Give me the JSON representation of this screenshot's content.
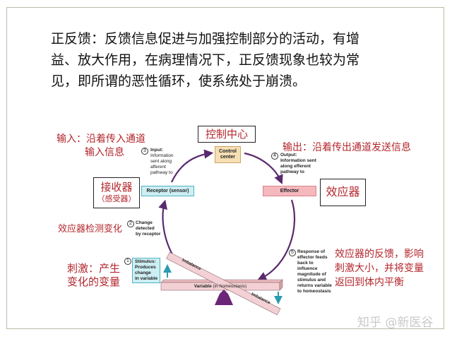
{
  "heading": {
    "lines": [
      "正反馈：反馈信息促进与加强控制部分的活动，有增",
      "益、放大作用，在病理情况下，正反馈现象也较为常",
      "见，即所谓的恶性循环，使系统处于崩溃。"
    ]
  },
  "annotations_cn": {
    "input_line1": "输入：沿着传入通道",
    "input_line2": "输入信息",
    "control_center": "控制中心",
    "output": "输出：沿着传出通道发送信息",
    "receptor_line1": "接收器",
    "receptor_line2": "（感受器）",
    "effector": "效应器",
    "change_detected": "效应器检测变化",
    "stimulus_line1": "刺激：产生",
    "stimulus_line2": "变化的变量",
    "response_line1": "效应器的反馈，影响",
    "response_line2": "刺激大小，并将变量",
    "response_line3": "返回到体内平衡"
  },
  "diagram": {
    "control_center": "Control center",
    "receptor": "Receptor (sensor)",
    "effector": "Effector",
    "variable_bold": "Variable",
    "variable_rest": " (in homeostasis)",
    "imbalance": "Imbalance",
    "steps": {
      "s1_num": "1",
      "s1": [
        "Stimulus:",
        "Produces",
        "change",
        "in variable"
      ],
      "s2_num": "2",
      "s2": [
        "Change",
        "detected",
        "by receptor"
      ],
      "s3_num": "3",
      "s3": [
        "Input:",
        "Information",
        "sent along",
        "afferent",
        "pathway to"
      ],
      "s4_num": "4",
      "s4": [
        "Output:",
        "Information sent",
        "along efferent",
        "pathway to"
      ],
      "s5_num": "5",
      "s5": [
        "Response of",
        "effector feeds",
        "back to",
        "influence",
        "magnitude of",
        "stimulus and",
        "returns variable",
        "to homeostasis"
      ]
    },
    "colors": {
      "arrow": "#5b2a6e",
      "receptor_fill": "#cdeef3",
      "receptor_border": "#4fb3c2",
      "effector_fill": "#f5b8bd",
      "effector_border": "#d9848c",
      "control_fill": "#f6dfb4",
      "control_border": "#c9a56a",
      "beam_fill": "#f2d0d3",
      "beam_border": "#8e6a70",
      "fulcrum": "#6b2677",
      "teal_arrow": "#2b9bb0",
      "red_text": "#b3262c"
    }
  },
  "watermark": "知乎 @新医谷"
}
